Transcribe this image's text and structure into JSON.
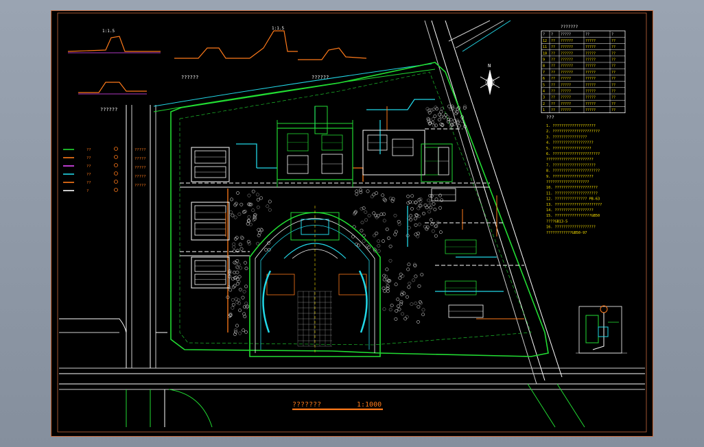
{
  "drawing": {
    "title": "???????",
    "scale": "1:1000"
  },
  "sections": {
    "profile_1": "??????",
    "profile_2": "??????",
    "profile_3": "??????"
  },
  "profile_labels": {
    "top_1": "1:1.5",
    "top_2": "1:1.5"
  },
  "legend": {
    "rows": [
      "?????",
      "?????",
      "?????",
      "?????",
      "?????"
    ],
    "short_rows": [
      "??",
      "??",
      "??",
      "??",
      "??",
      "?"
    ]
  },
  "equipment_table": {
    "title": "???????",
    "header": [
      "?",
      "?",
      "?????",
      "??",
      "?"
    ],
    "rows": [
      [
        "12",
        "??",
        "??????",
        "?????",
        "??"
      ],
      [
        "11",
        "??",
        "??????",
        "?????",
        "??"
      ],
      [
        "10",
        "??",
        "??????",
        "?????",
        "??"
      ],
      [
        "9",
        "??",
        "??????",
        "?????",
        "??"
      ],
      [
        "8",
        "??",
        "??????",
        "?????",
        "??"
      ],
      [
        "7",
        "??",
        "??????",
        "?????",
        "??"
      ],
      [
        "6",
        "??",
        "?????",
        "?????",
        "??"
      ],
      [
        "5",
        "??",
        "?????",
        "?????",
        "??"
      ],
      [
        "4",
        "??",
        "?????",
        "?????",
        "??"
      ],
      [
        "3",
        "??",
        "?????",
        "?????",
        "??"
      ],
      [
        "2",
        "??",
        "?????",
        "?????",
        "??"
      ],
      [
        "1",
        "??",
        "?????",
        "?????",
        "??"
      ]
    ]
  },
  "notes": {
    "title": "???",
    "lines": [
      "1. ????????????????????",
      "2. ??????????????????????",
      "3. ????????????????",
      "4. ???????????????????",
      "5. ??????????????????",
      "6. ??????????????????????",
      "   ??????????????????????",
      "7. ????????????????????",
      "8. ??????????????????????",
      "9. ???????????????????",
      "   ????????????????????",
      "10. ????????????????????",
      "11. ????????????????????",
      "12. ??????????????? PB-63",
      "13. ??????????????????????",
      "14. ??????????????????",
      "15. ?????????????????GB50",
      "    ????GB13-5",
      "16. ???????????????????",
      "    ????????????GB50-97"
    ]
  },
  "compass": {
    "north": "N"
  },
  "colors": {
    "background": "#000000",
    "frame": "#c86a3c",
    "green": "#22dd33",
    "cyan": "#22d8e8",
    "white": "#ffffff",
    "orange": "#ff7a1a",
    "yellow": "#ffe600",
    "magenta": "#e84cff",
    "gray": "#9a9a9a"
  }
}
